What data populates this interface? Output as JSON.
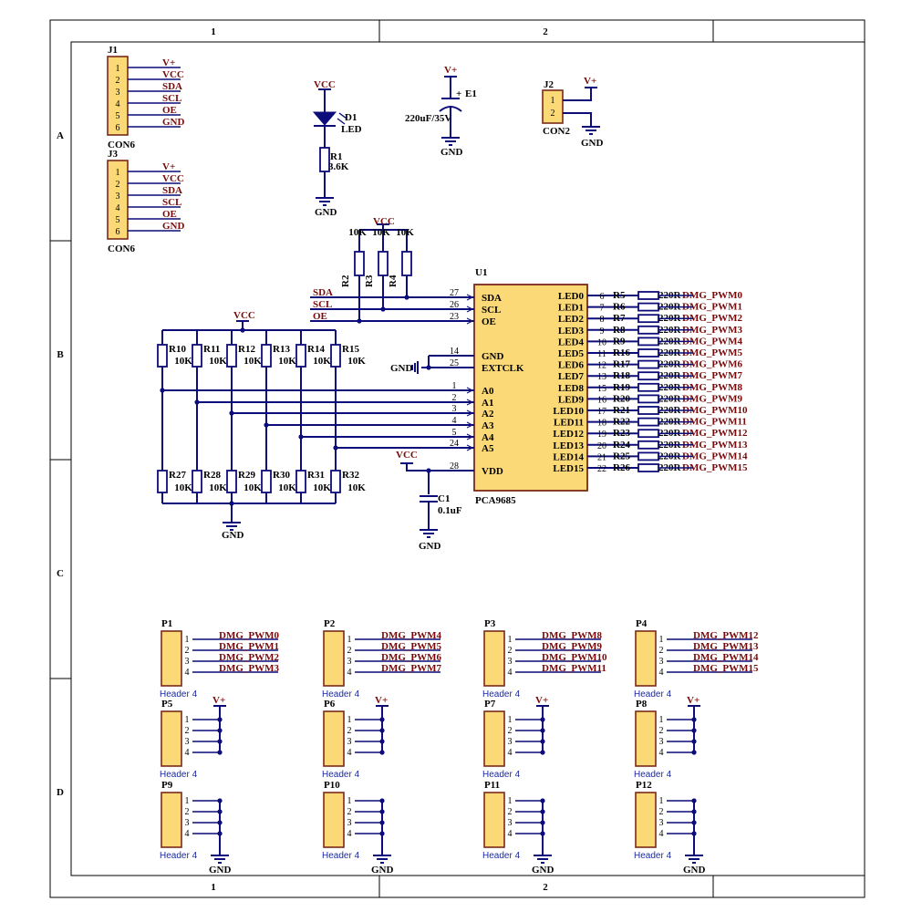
{
  "frame": {
    "columns": [
      "1",
      "2"
    ],
    "rows": [
      "A",
      "B",
      "C",
      "D"
    ]
  },
  "j1": {
    "ref": "J1",
    "type": "CON6",
    "pins": [
      "1",
      "2",
      "3",
      "4",
      "5",
      "6"
    ],
    "nets": [
      "V+",
      "VCC",
      "SDA",
      "SCL",
      "OE",
      "GND"
    ]
  },
  "j3": {
    "ref": "J3",
    "type": "CON6",
    "pins": [
      "1",
      "2",
      "3",
      "4",
      "5",
      "6"
    ],
    "nets": [
      "V+",
      "VCC",
      "SDA",
      "SCL",
      "OE",
      "GND"
    ]
  },
  "d1": {
    "vcc": "VCC",
    "ref": "D1",
    "type": "LED",
    "r_ref": "R1",
    "r_val": "3.6K",
    "gnd": "GND"
  },
  "e1": {
    "vplus": "V+",
    "ref": "E1",
    "plus": "+",
    "value": "220uF/35V",
    "gnd": "GND"
  },
  "j2": {
    "ref": "J2",
    "type": "CON2",
    "pins": [
      "1",
      "2"
    ],
    "vplus": "V+",
    "gnd": "GND"
  },
  "pullups": {
    "vcc": "VCC",
    "values": [
      "10K",
      "10K",
      "10K"
    ],
    "refs": [
      "R2",
      "R3",
      "R4"
    ]
  },
  "u1": {
    "ref": "U1",
    "name": "PCA9685",
    "left_pins": [
      {
        "num": "27",
        "name": "SDA",
        "net": "SDA"
      },
      {
        "num": "26",
        "name": "SCL",
        "net": "SCL"
      },
      {
        "num": "23",
        "name": "OE",
        "net": "OE"
      },
      {
        "num": "14",
        "name": "GND",
        "net": ""
      },
      {
        "num": "25",
        "name": "EXTCLK",
        "net": ""
      },
      {
        "num": "1",
        "name": "A0",
        "net": ""
      },
      {
        "num": "2",
        "name": "A1",
        "net": ""
      },
      {
        "num": "3",
        "name": "A2",
        "net": ""
      },
      {
        "num": "4",
        "name": "A3",
        "net": ""
      },
      {
        "num": "5",
        "name": "A4",
        "net": ""
      },
      {
        "num": "24",
        "name": "A5",
        "net": ""
      },
      {
        "num": "28",
        "name": "VDD",
        "net": ""
      }
    ],
    "gnd_label": "GND",
    "vdd_label": "VCC",
    "right_pins": [
      {
        "num": "6",
        "name": "LED0",
        "r": "R5",
        "val": "220R",
        "net": "DMG_PWM0"
      },
      {
        "num": "7",
        "name": "LED1",
        "r": "R6",
        "val": "220R",
        "net": "DMG_PWM1"
      },
      {
        "num": "8",
        "name": "LED2",
        "r": "R7",
        "val": "220R",
        "net": "DMG_PWM2"
      },
      {
        "num": "9",
        "name": "LED3",
        "r": "R8",
        "val": "220R",
        "net": "DMG_PWM3"
      },
      {
        "num": "10",
        "name": "LED4",
        "r": "R9",
        "val": "220R",
        "net": "DMG_PWM4"
      },
      {
        "num": "11",
        "name": "LED5",
        "r": "R16",
        "val": "220R",
        "net": "DMG_PWM5"
      },
      {
        "num": "12",
        "name": "LED6",
        "r": "R17",
        "val": "220R",
        "net": "DMG_PWM6"
      },
      {
        "num": "13",
        "name": "LED7",
        "r": "R18",
        "val": "220R",
        "net": "DMG_PWM7"
      },
      {
        "num": "15",
        "name": "LED8",
        "r": "R19",
        "val": "220R",
        "net": "DMG_PWM8"
      },
      {
        "num": "16",
        "name": "LED9",
        "r": "R20",
        "val": "220R",
        "net": "DMG_PWM9"
      },
      {
        "num": "17",
        "name": "LED10",
        "r": "R21",
        "val": "220R",
        "net": "DMG_PWM10"
      },
      {
        "num": "18",
        "name": "LED11",
        "r": "R22",
        "val": "220R",
        "net": "DMG_PWM11"
      },
      {
        "num": "19",
        "name": "LED12",
        "r": "R23",
        "val": "220R",
        "net": "DMG_PWM12"
      },
      {
        "num": "20",
        "name": "LED13",
        "r": "R24",
        "val": "220R",
        "net": "DMG_PWM13"
      },
      {
        "num": "21",
        "name": "LED14",
        "r": "R25",
        "val": "220R",
        "net": "DMG_PWM14"
      },
      {
        "num": "22",
        "name": "LED15",
        "r": "R26",
        "val": "220R",
        "net": "DMG_PWM15"
      }
    ]
  },
  "addr": {
    "vcc": "VCC",
    "gnd": "GND",
    "top_refs": [
      "R10",
      "R11",
      "R12",
      "R13",
      "R14",
      "R15"
    ],
    "bottom_refs": [
      "R27",
      "R28",
      "R29",
      "R30",
      "R31",
      "R32"
    ],
    "value": "10K"
  },
  "c1": {
    "vcc": "VCC",
    "ref": "C1",
    "value": "0.1uF",
    "gnd": "GND"
  },
  "headers": {
    "type": "Header 4",
    "pins": [
      "1",
      "2",
      "3",
      "4"
    ],
    "pwm": [
      {
        "ref": "P1",
        "nets": [
          "DMG_PWM0",
          "DMG_PWM1",
          "DMG_PWM2",
          "DMG_PWM3"
        ]
      },
      {
        "ref": "P2",
        "nets": [
          "DMG_PWM4",
          "DMG_PWM5",
          "DMG_PWM6",
          "DMG_PWM7"
        ]
      },
      {
        "ref": "P3",
        "nets": [
          "DMG_PWM8",
          "DMG_PWM9",
          "DMG_PWM10",
          "DMG_PWM11"
        ]
      },
      {
        "ref": "P4",
        "nets": [
          "DMG_PWM12",
          "DMG_PWM13",
          "DMG_PWM14",
          "DMG_PWM15"
        ]
      }
    ],
    "power": [
      {
        "ref": "P5",
        "net": "V+"
      },
      {
        "ref": "P6",
        "net": "V+"
      },
      {
        "ref": "P7",
        "net": "V+"
      },
      {
        "ref": "P8",
        "net": "V+"
      }
    ],
    "ground": [
      {
        "ref": "P9",
        "net": "GND"
      },
      {
        "ref": "P10",
        "net": "GND"
      },
      {
        "ref": "P11",
        "net": "GND"
      },
      {
        "ref": "P12",
        "net": "GND"
      }
    ]
  }
}
